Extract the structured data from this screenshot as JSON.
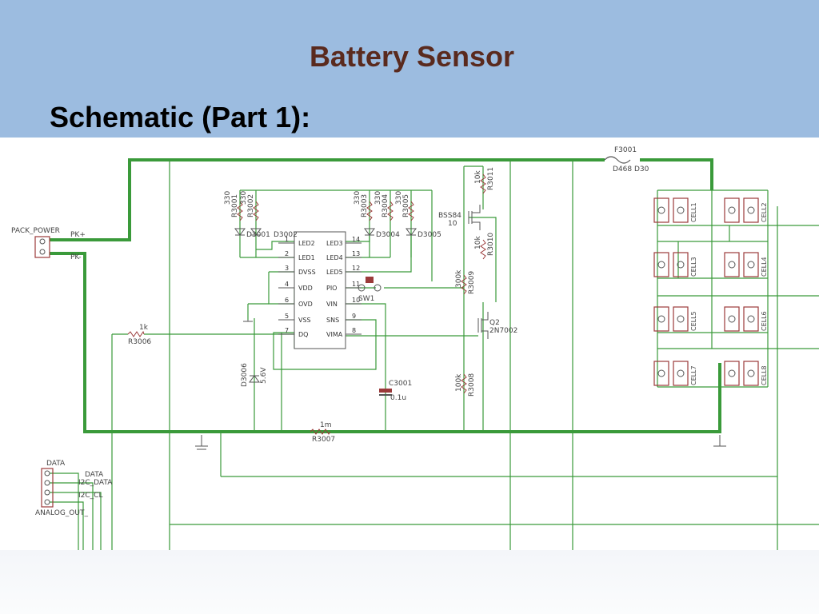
{
  "title": "Battery Sensor",
  "subtitle": "Schematic (Part 1):",
  "colors": {
    "header": "#9cbce0",
    "title": "#5a2a1e",
    "wire": "#3a9a3a",
    "component": "#9b3a3a"
  },
  "schematic": {
    "connectors": {
      "pack_power": "PACK_POWER",
      "pk_plus": "PK+",
      "pk_minus": "PK-",
      "data": "DATA",
      "data_net": "DATA",
      "i2c_data": "I2C_DATA",
      "i2c_cl": "I2C_CL",
      "analog_out": "ANALOG_OUT_"
    },
    "fuse": {
      "name": "F3001",
      "value": "D468 D30"
    },
    "resistors": [
      {
        "name": "R3001",
        "value": "330"
      },
      {
        "name": "R3002",
        "value": "330"
      },
      {
        "name": "R3003",
        "value": "330"
      },
      {
        "name": "R3004",
        "value": "330"
      },
      {
        "name": "R3005",
        "value": "330"
      },
      {
        "name": "R3006",
        "value": "1k"
      },
      {
        "name": "R3007",
        "value": "1m"
      },
      {
        "name": "R3008",
        "value": "100k"
      },
      {
        "name": "R3009",
        "value": "300k"
      },
      {
        "name": "R3010",
        "value": "10k"
      },
      {
        "name": "R3011",
        "value": "10k"
      }
    ],
    "leds": [
      "D3001",
      "D3002",
      "D3004",
      "D3005"
    ],
    "zener": {
      "name": "D3006",
      "value": "5.6V"
    },
    "capacitor": {
      "name": "C3001",
      "value": "0.1u"
    },
    "switch": "SW1",
    "mosfet_p": {
      "name": "BSS84",
      "ref": "10"
    },
    "mosfet_n": {
      "name": "Q2",
      "value": "2N7002"
    },
    "ic_pins_left": [
      {
        "num": "1",
        "name": "LED2"
      },
      {
        "num": "2",
        "name": "LED1"
      },
      {
        "num": "3",
        "name": "DVSS"
      },
      {
        "num": "4",
        "name": "VDD"
      },
      {
        "num": "6",
        "name": "OVD"
      },
      {
        "num": "5",
        "name": "VSS"
      },
      {
        "num": "7",
        "name": "DQ"
      }
    ],
    "ic_pins_right": [
      {
        "num": "14",
        "name": "LED3"
      },
      {
        "num": "13",
        "name": "LED4"
      },
      {
        "num": "12",
        "name": "LED5"
      },
      {
        "num": "11",
        "name": "PIO"
      },
      {
        "num": "10",
        "name": "VIN"
      },
      {
        "num": "9",
        "name": "SNS"
      },
      {
        "num": "8",
        "name": "VIMA"
      }
    ],
    "cells": [
      "CELL1",
      "CELL2",
      "CELL3",
      "CELL4",
      "CELL5",
      "CELL6",
      "CELL7",
      "CELL8"
    ]
  }
}
